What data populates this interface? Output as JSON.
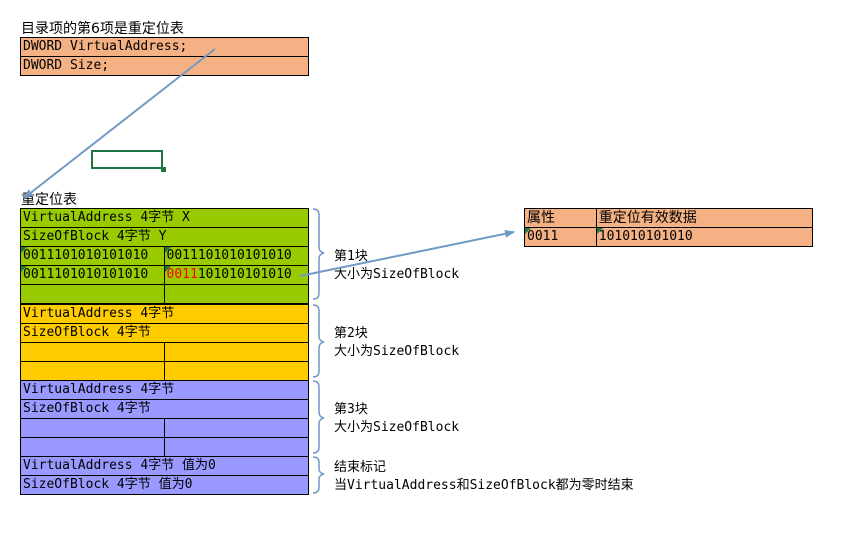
{
  "dir_entry": {
    "title": "目录项的第6项是重定位表",
    "rows": [
      "DWORD VirtualAddress;",
      "DWORD Size;"
    ]
  },
  "reloc_table": {
    "title": "重定位表",
    "blocks": [
      {
        "color": "#99cc00",
        "rows": [
          "VirtualAddress 4字节  X",
          "SizeOfBlock 4字节  Y"
        ],
        "items": [
          [
            "0011101010101010",
            "0011101010101010"
          ],
          [
            "0011101010101010",
            {
              "highlight": "0011",
              "rest": "101010101010"
            }
          ],
          [
            "",
            ""
          ]
        ],
        "label1": "第1块",
        "label2": "大小为SizeOfBlock"
      },
      {
        "color": "#ffcc00",
        "rows": [
          "VirtualAddress 4字节",
          "SizeOfBlock 4字节"
        ],
        "items": [
          [
            "",
            ""
          ],
          [
            "",
            ""
          ]
        ],
        "label1": "第2块",
        "label2": "大小为SizeOfBlock"
      },
      {
        "color": "#9999ff",
        "rows": [
          "VirtualAddress 4字节",
          "SizeOfBlock 4字节"
        ],
        "items": [
          [
            "",
            ""
          ],
          [
            "",
            ""
          ]
        ],
        "label1": "第3块",
        "label2": "大小为SizeOfBlock"
      }
    ],
    "end_block": {
      "rows": [
        "VirtualAddress 4字节 值为0",
        "SizeOfBlock 4字节 值为0"
      ],
      "label1": "结束标记",
      "label2": "当VirtualAddress和SizeOfBlock都为零时结束"
    }
  },
  "entry_detail": {
    "headers": [
      "属性",
      "重定位有效数据"
    ],
    "values": [
      "0011",
      "101010101010"
    ]
  },
  "colors": {
    "orange": "#f4b183",
    "green": "#99cc00",
    "yellow": "#ffcc00",
    "purple": "#9999ff",
    "arrow": "#7199c5",
    "highlight": "#ff0000",
    "selection": "#217346"
  }
}
